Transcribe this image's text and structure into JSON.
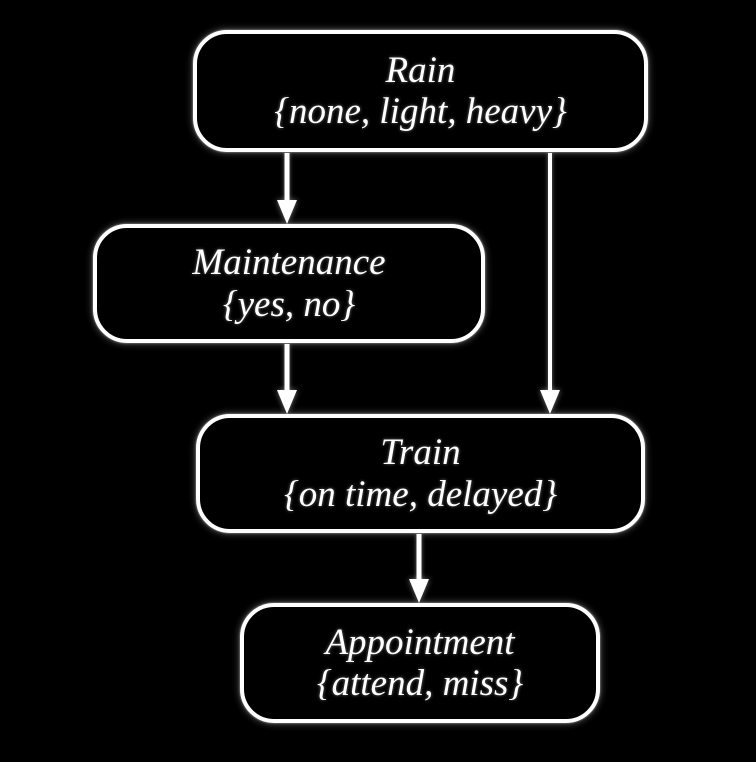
{
  "diagram": {
    "type": "directed-acyclic-graph",
    "title": "",
    "background_color": "#000000",
    "node_border_color": "#ffffff",
    "text_color": "#ffffff",
    "nodes": [
      {
        "id": "rain",
        "title": "Rain",
        "states": "{none, light, heavy}",
        "state_values": [
          "none",
          "light",
          "heavy"
        ]
      },
      {
        "id": "maintenance",
        "title": "Maintenance",
        "states": "{yes, no}",
        "state_values": [
          "yes",
          "no"
        ]
      },
      {
        "id": "train",
        "title": "Train",
        "states": "{on time, delayed}",
        "state_values": [
          "on time",
          "delayed"
        ]
      },
      {
        "id": "appointment",
        "title": "Appointment",
        "states": "{attend, miss}",
        "state_values": [
          "attend",
          "miss"
        ]
      }
    ],
    "edges": [
      {
        "id": "rain-maintenance",
        "from": "rain",
        "to": "maintenance",
        "arrow": "down-arrow-icon"
      },
      {
        "id": "rain-train",
        "from": "rain",
        "to": "train",
        "arrow": "down-arrow-icon"
      },
      {
        "id": "maintenance-train",
        "from": "maintenance",
        "to": "train",
        "arrow": "down-arrow-icon"
      },
      {
        "id": "train-appointment",
        "from": "train",
        "to": "appointment",
        "arrow": "down-arrow-icon"
      }
    ]
  }
}
